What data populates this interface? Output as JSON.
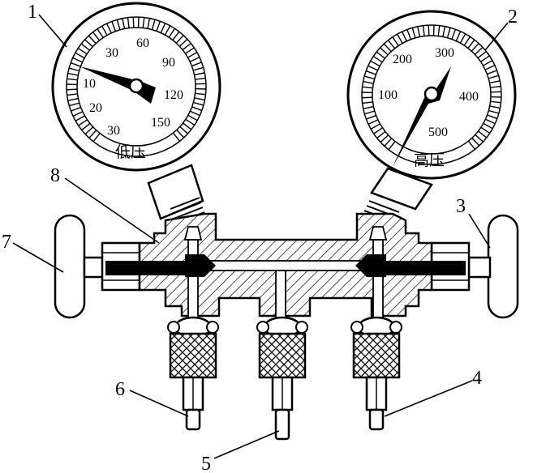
{
  "callouts": [
    "1",
    "2",
    "3",
    "4",
    "5",
    "6",
    "7",
    "8"
  ],
  "low_gauge": {
    "name": "低压",
    "outer_scale": [
      "30",
      "60",
      "90",
      "120",
      "150"
    ],
    "inner_scale": [
      "10",
      "20",
      "30"
    ]
  },
  "high_gauge": {
    "name": "高压",
    "scale": [
      "100",
      "200",
      "300",
      "400",
      "500"
    ]
  }
}
